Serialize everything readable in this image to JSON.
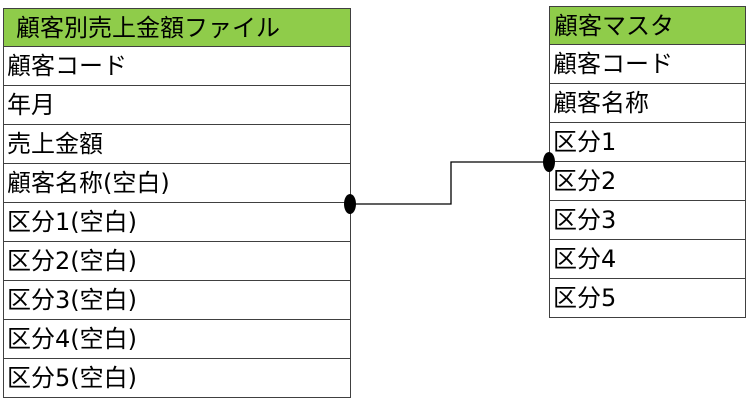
{
  "left_table": {
    "title": "顧客別売上金額ファイル",
    "header_color": "#8fcc4a",
    "rows": [
      "顧客コード",
      "年月",
      "売上金額",
      "顧客名称(空白)",
      "区分1(空白)",
      "区分2(空白)",
      "区分3(空白)",
      "区分4(空白)",
      "区分5(空白)"
    ]
  },
  "right_table": {
    "title": "顧客マスタ",
    "header_color": "#8fcc4a",
    "rows": [
      "顧客コード",
      "顧客名称",
      "区分1",
      "区分2",
      "区分3",
      "区分4",
      "区分5"
    ]
  },
  "relation": {
    "from": "顧客名称(空白)",
    "to": "区分1"
  }
}
